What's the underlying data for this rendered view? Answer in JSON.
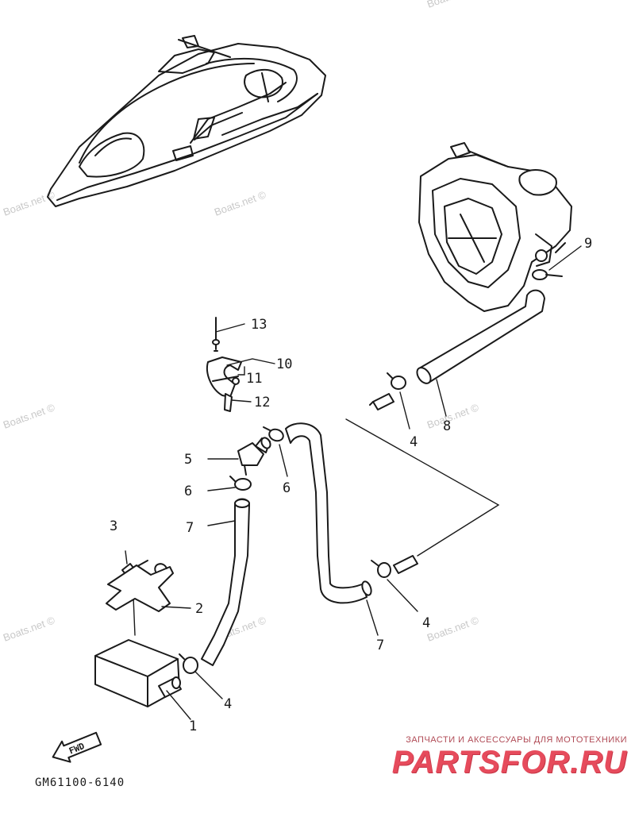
{
  "diagram": {
    "code": "GM61100-6140",
    "fwd_label": "FWD",
    "callouts": {
      "c1": "1",
      "c2": "2",
      "c3": "3",
      "c4a": "4",
      "c4b": "4",
      "c4c": "4",
      "c5": "5",
      "c6a": "6",
      "c6b": "6",
      "c7a": "7",
      "c7b": "7",
      "c8": "8",
      "c9": "9",
      "c10": "10",
      "c11": "11",
      "c12": "12",
      "c13": "13"
    },
    "watermarks": [
      "Boats.net ©",
      "Boats.net ©",
      "Boats.net ©",
      "Boats.net ©",
      "Boats.net ©",
      "Boats.net ©",
      "Boats.net ©",
      "Boats.net ©"
    ]
  },
  "brand": {
    "tagline": "ЗАПЧАСТИ И АКСЕССУАРЫ ДЛЯ МОТОТЕХНИКИ",
    "logo": "PARTSFOR.RU"
  }
}
